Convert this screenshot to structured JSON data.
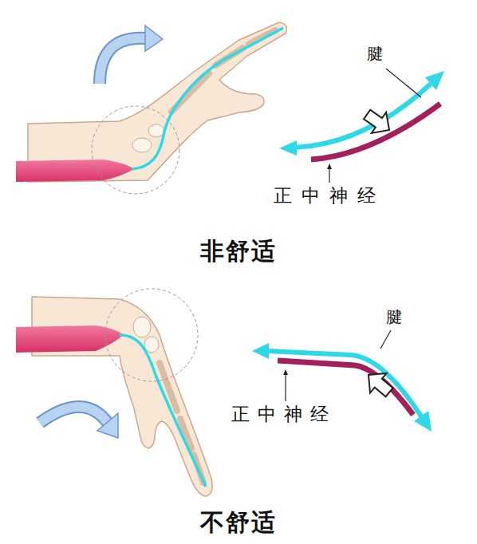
{
  "diagram": {
    "labels": [
      "腱",
      "正中神经",
      "非舒适",
      "腱",
      "正中神经",
      "不舒适"
    ]
  }
}
